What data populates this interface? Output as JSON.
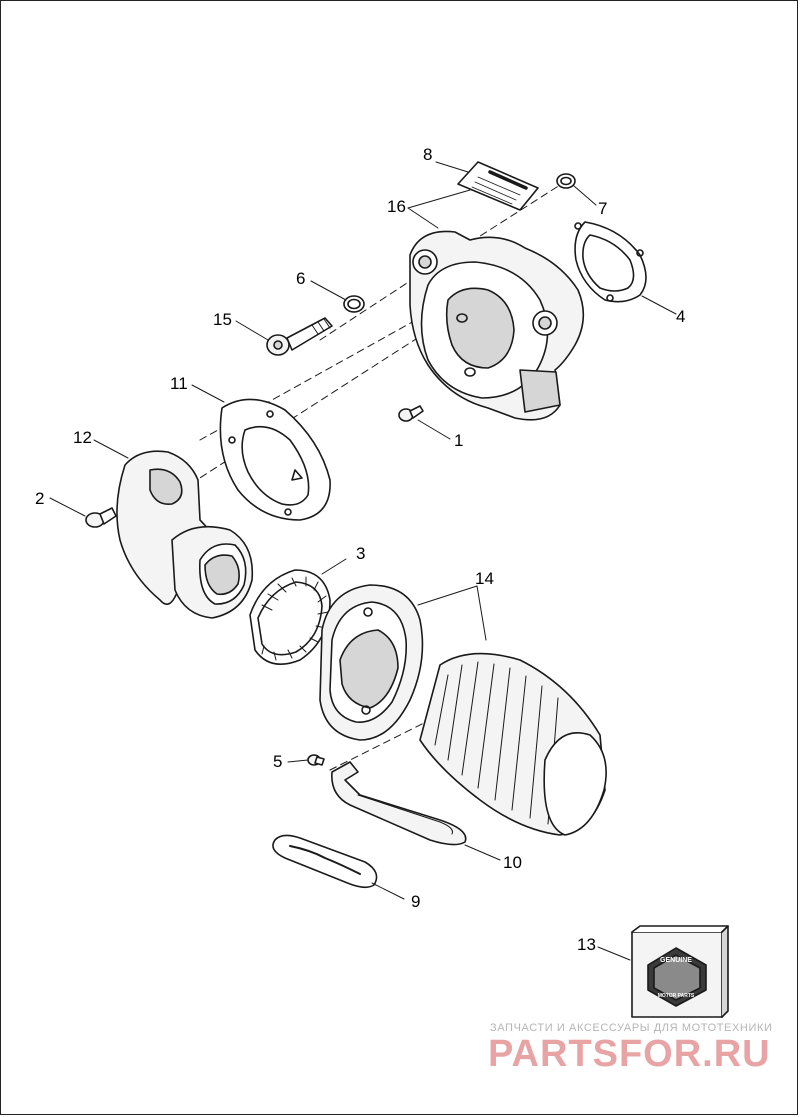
{
  "callouts": [
    "1",
    "2",
    "3",
    "4",
    "5",
    "6",
    "7",
    "8",
    "9",
    "10",
    "11",
    "12",
    "13",
    "14",
    "15",
    "16"
  ],
  "badge": {
    "top_text": "GENUINE",
    "bottom_text": "MOTOR PARTS"
  },
  "watermark": {
    "caption": "ЗАПЧАСТИ И АКСЕССУАРЫ ДЛЯ МОТОТЕХНИКИ",
    "brand": "PARTSFOR.RU"
  },
  "colors": {
    "line": "#1a1a1a",
    "part_fill": "#f4f4f4",
    "shade": "#d6d6d6",
    "watermark": "#e8a4a4"
  }
}
